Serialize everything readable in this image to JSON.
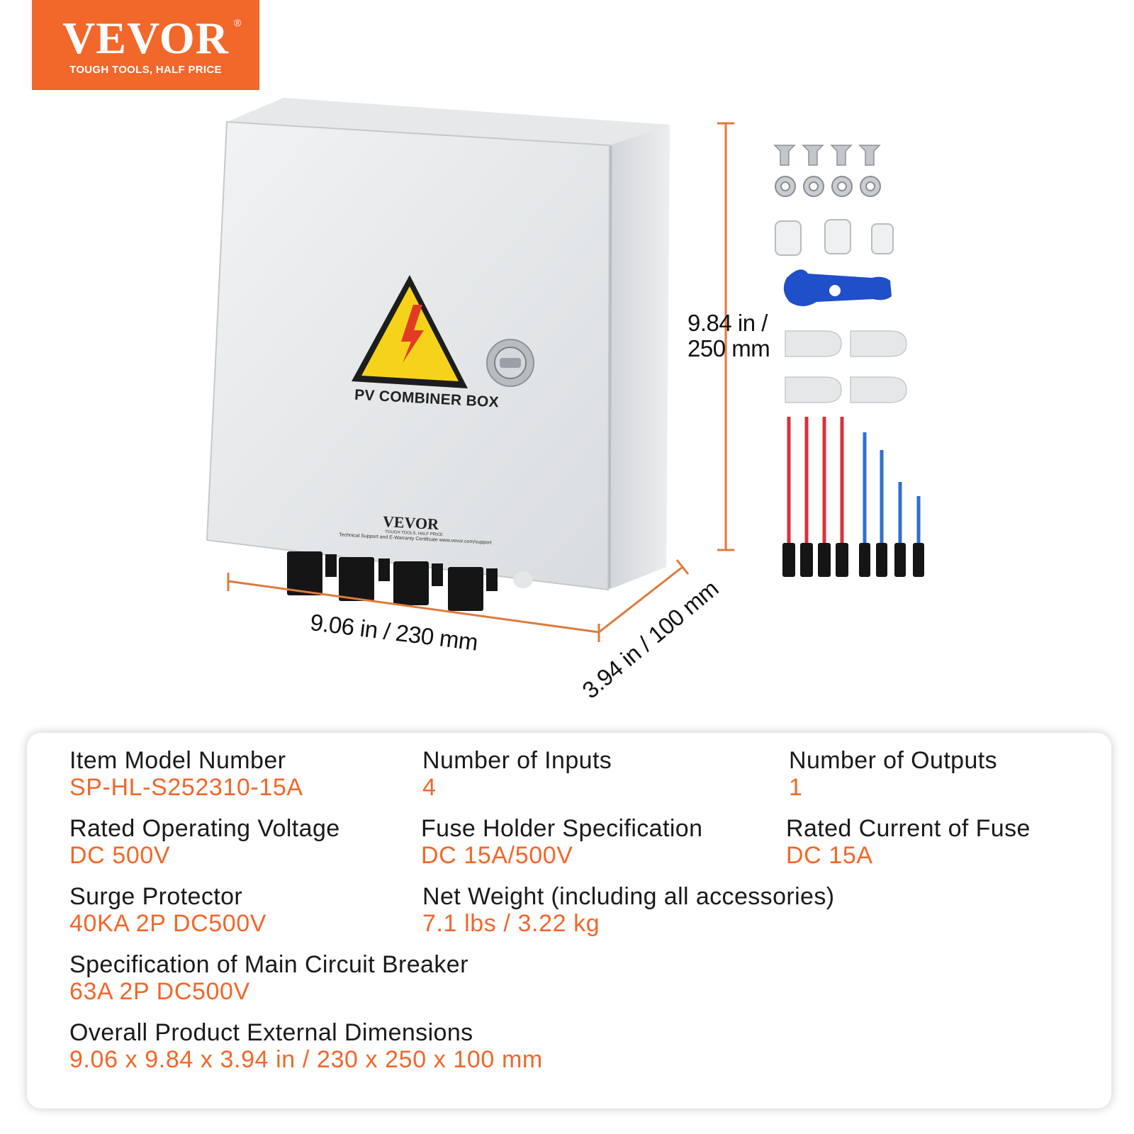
{
  "brand": {
    "logo_text": "VEVOR",
    "registered_mark": "®",
    "tagline": "TOUGH TOOLS, HALF PRICE",
    "color": "#f2672a"
  },
  "product": {
    "box_label": "PV COMBINER BOX",
    "box_brand": "VEVOR",
    "box_brand_tagline": "TOUGH TOOLS, HALF PRICE",
    "box_support_text": "Technical Support and E-Warranty Certificate www.vevor.com/support"
  },
  "dimensions": {
    "width_label": "9.06 in / 230 mm",
    "height_line1": "9.84 in /",
    "height_line2": "250 mm",
    "depth_label": "3.94 in / 100 mm",
    "line_color": "#e07a3c"
  },
  "specs": [
    {
      "label": "Item Model Number",
      "value": "SP-HL-S252310-15A"
    },
    {
      "label": "Number of Inputs",
      "value": "4"
    },
    {
      "label": "Number of Outputs",
      "value": "1"
    },
    {
      "label": "Rated Operating Voltage",
      "value": "DC 500V"
    },
    {
      "label": "Fuse Holder Specification",
      "value": "DC 15A/500V"
    },
    {
      "label": "Rated Current of Fuse",
      "value": "DC 15A"
    },
    {
      "label": "Surge Protector",
      "value": "40KA 2P DC500V"
    },
    {
      "label": "Net Weight (including all accessories)",
      "value": "7.1 lbs / 3.22 kg"
    },
    {
      "label": "Specification of Main Circuit Breaker",
      "value": "63A 2P DC500V"
    },
    {
      "label": "Overall Product External Dimensions",
      "value": "9.06 x 9.84 x 3.94 in / 230 x 250 x 100 mm"
    }
  ],
  "accessories": {
    "screws_icon": "screw-icon",
    "washers_icon": "washer-icon",
    "glands_icon": "cable-gland-icon",
    "wrench_icon": "mc4-wrench-icon",
    "brackets_icon": "mounting-bracket-icon",
    "cables_icon": "mc4-cable-icon",
    "wrench_color": "#1f4fc9",
    "red_wire_color": "#d8323c",
    "blue_wire_color": "#2f6fd0"
  }
}
